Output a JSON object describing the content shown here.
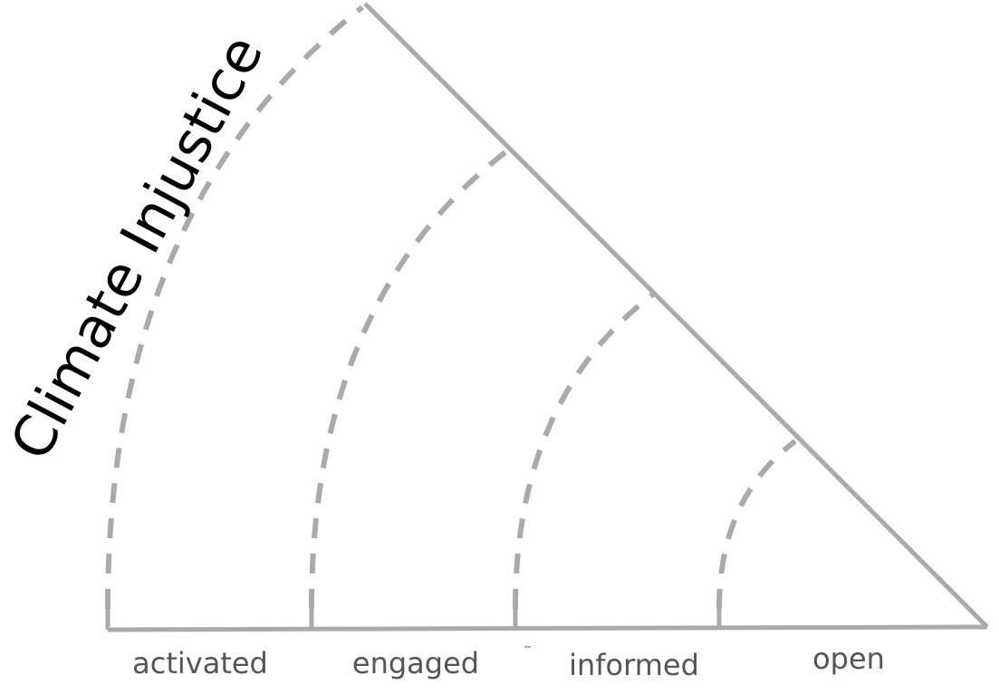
{
  "diagram": {
    "title": "Climate Injustice",
    "bands": [
      {
        "label": "activated"
      },
      {
        "label": "engaged"
      },
      {
        "label": "informed"
      },
      {
        "label": "open"
      }
    ],
    "colors": {
      "line": "#aaaaaa",
      "label": "#555555",
      "title": "#000000"
    }
  }
}
